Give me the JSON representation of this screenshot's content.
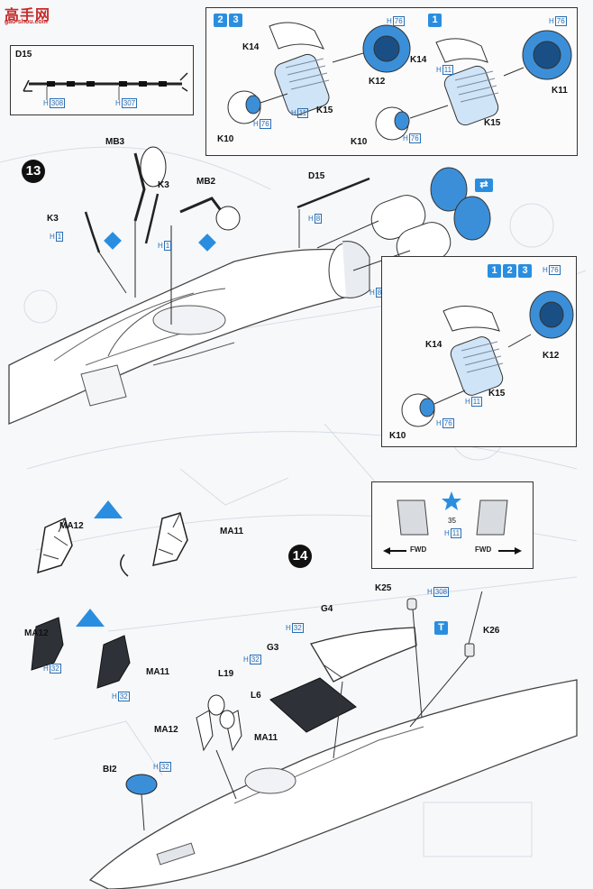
{
  "logo": {
    "brand": "高手网",
    "url": "gao-shou.com"
  },
  "steps": {
    "s13": "13",
    "s14": "14"
  },
  "variants": {
    "v123": "123",
    "v23": "23",
    "v1": "1"
  },
  "d15_box": {
    "title": "D15",
    "h1": "308",
    "h2": "307"
  },
  "engine_box_top": {
    "k14": "K14",
    "k12": "K12",
    "k15": "K15",
    "k10": "K10",
    "k11": "K11",
    "k14b": "K14",
    "k15b": "K15",
    "k10b": "K10",
    "h_k12": "76",
    "h_k15": "11",
    "h_k10": "76",
    "h_k11": "76",
    "h_k15b": "11",
    "h_k10b": "76"
  },
  "engine_box_mid": {
    "k14": "K14",
    "k12": "K12",
    "k15": "K15",
    "k10": "K10",
    "h_k12": "76",
    "h_k15": "11",
    "h_k10": "76"
  },
  "step13": {
    "mb3": "MB3",
    "k3a": "K3",
    "k3b": "K3",
    "mb2": "MB2",
    "d15": "D15",
    "h_k3a": "1",
    "h_k3b": "1",
    "h_d15": "8",
    "h_nozzle": "8"
  },
  "seats": {
    "ma12": "MA12",
    "ma11": "MA11",
    "ma12b": "MA12",
    "ma11b": "MA11",
    "h_a": "32",
    "h_b": "32"
  },
  "step14": {
    "k25": "K25",
    "g4": "G4",
    "g3": "G3",
    "k26": "K26",
    "l19": "L19",
    "l6": "L6",
    "ma12": "MA12",
    "ma11": "MA11",
    "bi2": "BI2",
    "h_k25": "308",
    "h_g4": "32",
    "h_g3": "32",
    "h_bi2": "32"
  },
  "decal_box": {
    "fwd_left": "FWD",
    "fwd_right": "FWD",
    "decal_no": "35",
    "h": "11"
  },
  "colors": {
    "accent": "#2a8ee0",
    "part_blue": "#2a6fb5",
    "ink": "#111111"
  }
}
